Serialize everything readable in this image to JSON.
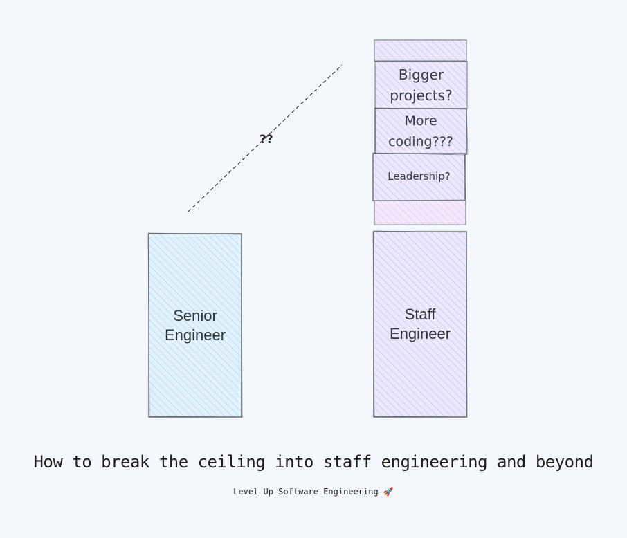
{
  "boxes": {
    "senior_line1": "Senior",
    "senior_line2": "Engineer",
    "staff_line1": "Staff",
    "staff_line2": "Engineer"
  },
  "stack": {
    "bigger_line1": "Bigger",
    "bigger_line2": "projects?",
    "coding_line1": "More",
    "coding_line2": "coding???",
    "leadership": "Leadership?"
  },
  "gap_label": "??",
  "title": "How to break the ceiling into staff engineering and beyond",
  "subtitle": "Level Up Software Engineering 🚀",
  "colors": {
    "senior_fill": "#a5d8ff",
    "staff_fill": "#d0bfff",
    "accent_fill": "#eebefa",
    "stroke": "#5c5f66"
  }
}
